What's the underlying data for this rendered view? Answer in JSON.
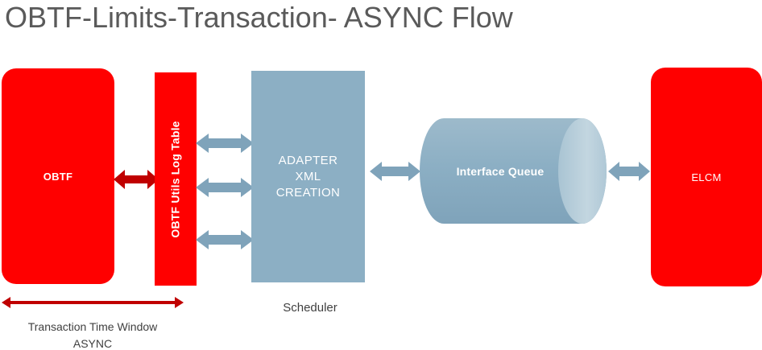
{
  "title": "OBTF-Limits-Transaction- ASYNC Flow",
  "colors": {
    "red": "#FF0000",
    "dark_red_arrow": "#C00000",
    "steel_blue": "#8CAFC4",
    "blue_arrow": "#7FA3BA",
    "title_gray": "#5A5A5A",
    "caption_gray": "#404040",
    "background": "#FFFFFF"
  },
  "nodes": {
    "obtf": {
      "label": "OBTF"
    },
    "log_table": {
      "label": "OBTF Utils Log Table"
    },
    "adapter": {
      "line1": "ADAPTER",
      "line2": "XML",
      "line3": "CREATION"
    },
    "queue": {
      "label": "Interface Queue"
    },
    "elcm": {
      "label": "ELCM"
    }
  },
  "captions": {
    "scheduler": "Scheduler",
    "time_window_line1": "Transaction Time Window",
    "time_window_line2": "ASYNC"
  },
  "connectors": [
    {
      "name": "obtf-to-log-table",
      "style": "double",
      "color": "#C00000"
    },
    {
      "name": "log-table-to-adapter-top",
      "style": "double",
      "color": "#7FA3BA"
    },
    {
      "name": "log-table-to-adapter-middle",
      "style": "double",
      "color": "#7FA3BA"
    },
    {
      "name": "log-table-to-adapter-bottom",
      "style": "double",
      "color": "#7FA3BA"
    },
    {
      "name": "adapter-to-queue",
      "style": "double",
      "color": "#7FA3BA"
    },
    {
      "name": "queue-to-elcm",
      "style": "double",
      "color": "#7FA3BA"
    },
    {
      "name": "transaction-time-window",
      "style": "double",
      "color": "#C00000"
    }
  ]
}
